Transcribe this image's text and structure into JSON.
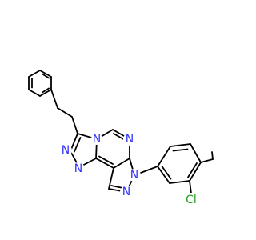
{
  "molecule": {
    "labels": {
      "n_triazole_top": "N",
      "n_triazole_bottom": "N",
      "n_bridge": "N",
      "n_pyrimidine": "N",
      "n_pyrazole_1": "N",
      "n_pyrazole_2": "N",
      "chlorine": "Cl"
    },
    "colors": {
      "bond": "#000000",
      "nitrogen": "#3333ff",
      "chlorine": "#1fa01f",
      "background": "#ffffff"
    }
  }
}
